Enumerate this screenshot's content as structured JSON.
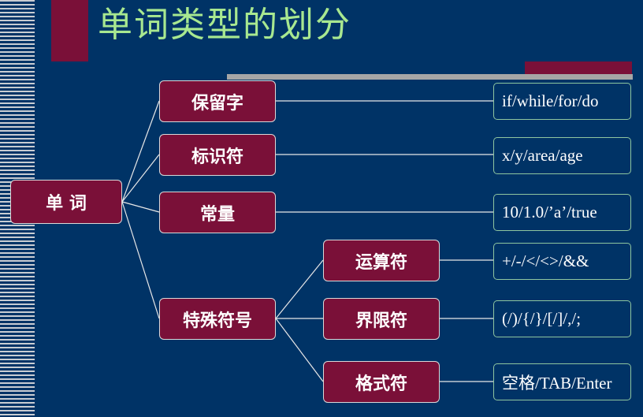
{
  "title": "单词类型的划分",
  "root": {
    "label": "单 词"
  },
  "categories": [
    {
      "label": "保留字",
      "example": "if/while/for/do"
    },
    {
      "label": "标识符",
      "example": "x/y/area/age"
    },
    {
      "label": "常量",
      "example": "10/1.0/’a’/true"
    },
    {
      "label": "特殊符号"
    }
  ],
  "special_symbols": [
    {
      "label": "运算符",
      "example": "+/-/</<>/&&"
    },
    {
      "label": "界限符",
      "example": "(/)/{/}/[/]/,/;"
    },
    {
      "label": "格式符",
      "example": "空格/TAB/Enter"
    }
  ],
  "colors": {
    "background": "#003366",
    "box_fill": "#7a1038",
    "title_text": "#a8e890",
    "result_border": "#8fc6a0",
    "rule_gray": "#a6a6a6"
  }
}
